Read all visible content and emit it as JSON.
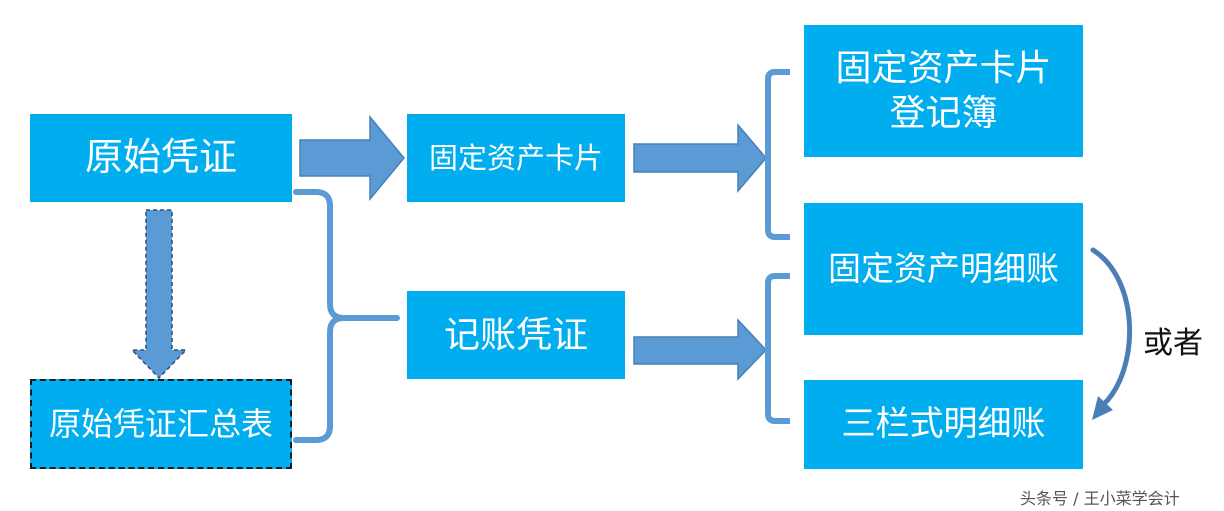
{
  "nodes": {
    "yuanshi": "原始凭证",
    "huizong": "原始凭证汇总表",
    "kapian": "固定资产卡片",
    "jizhang": "记账凭证",
    "dengjibu": "固定资产卡片\n登记簿",
    "mingxi": "固定资产明细账",
    "sanlan": "三栏式明细账"
  },
  "or_label": "或者",
  "watermark": "头条号 / 王小菜学会计",
  "colors": {
    "box_fill": "#00aeef",
    "arrow_fill": "#5b9bd5",
    "arrow_stroke": "#4a7fb5",
    "brace": "#5b9bd5"
  }
}
